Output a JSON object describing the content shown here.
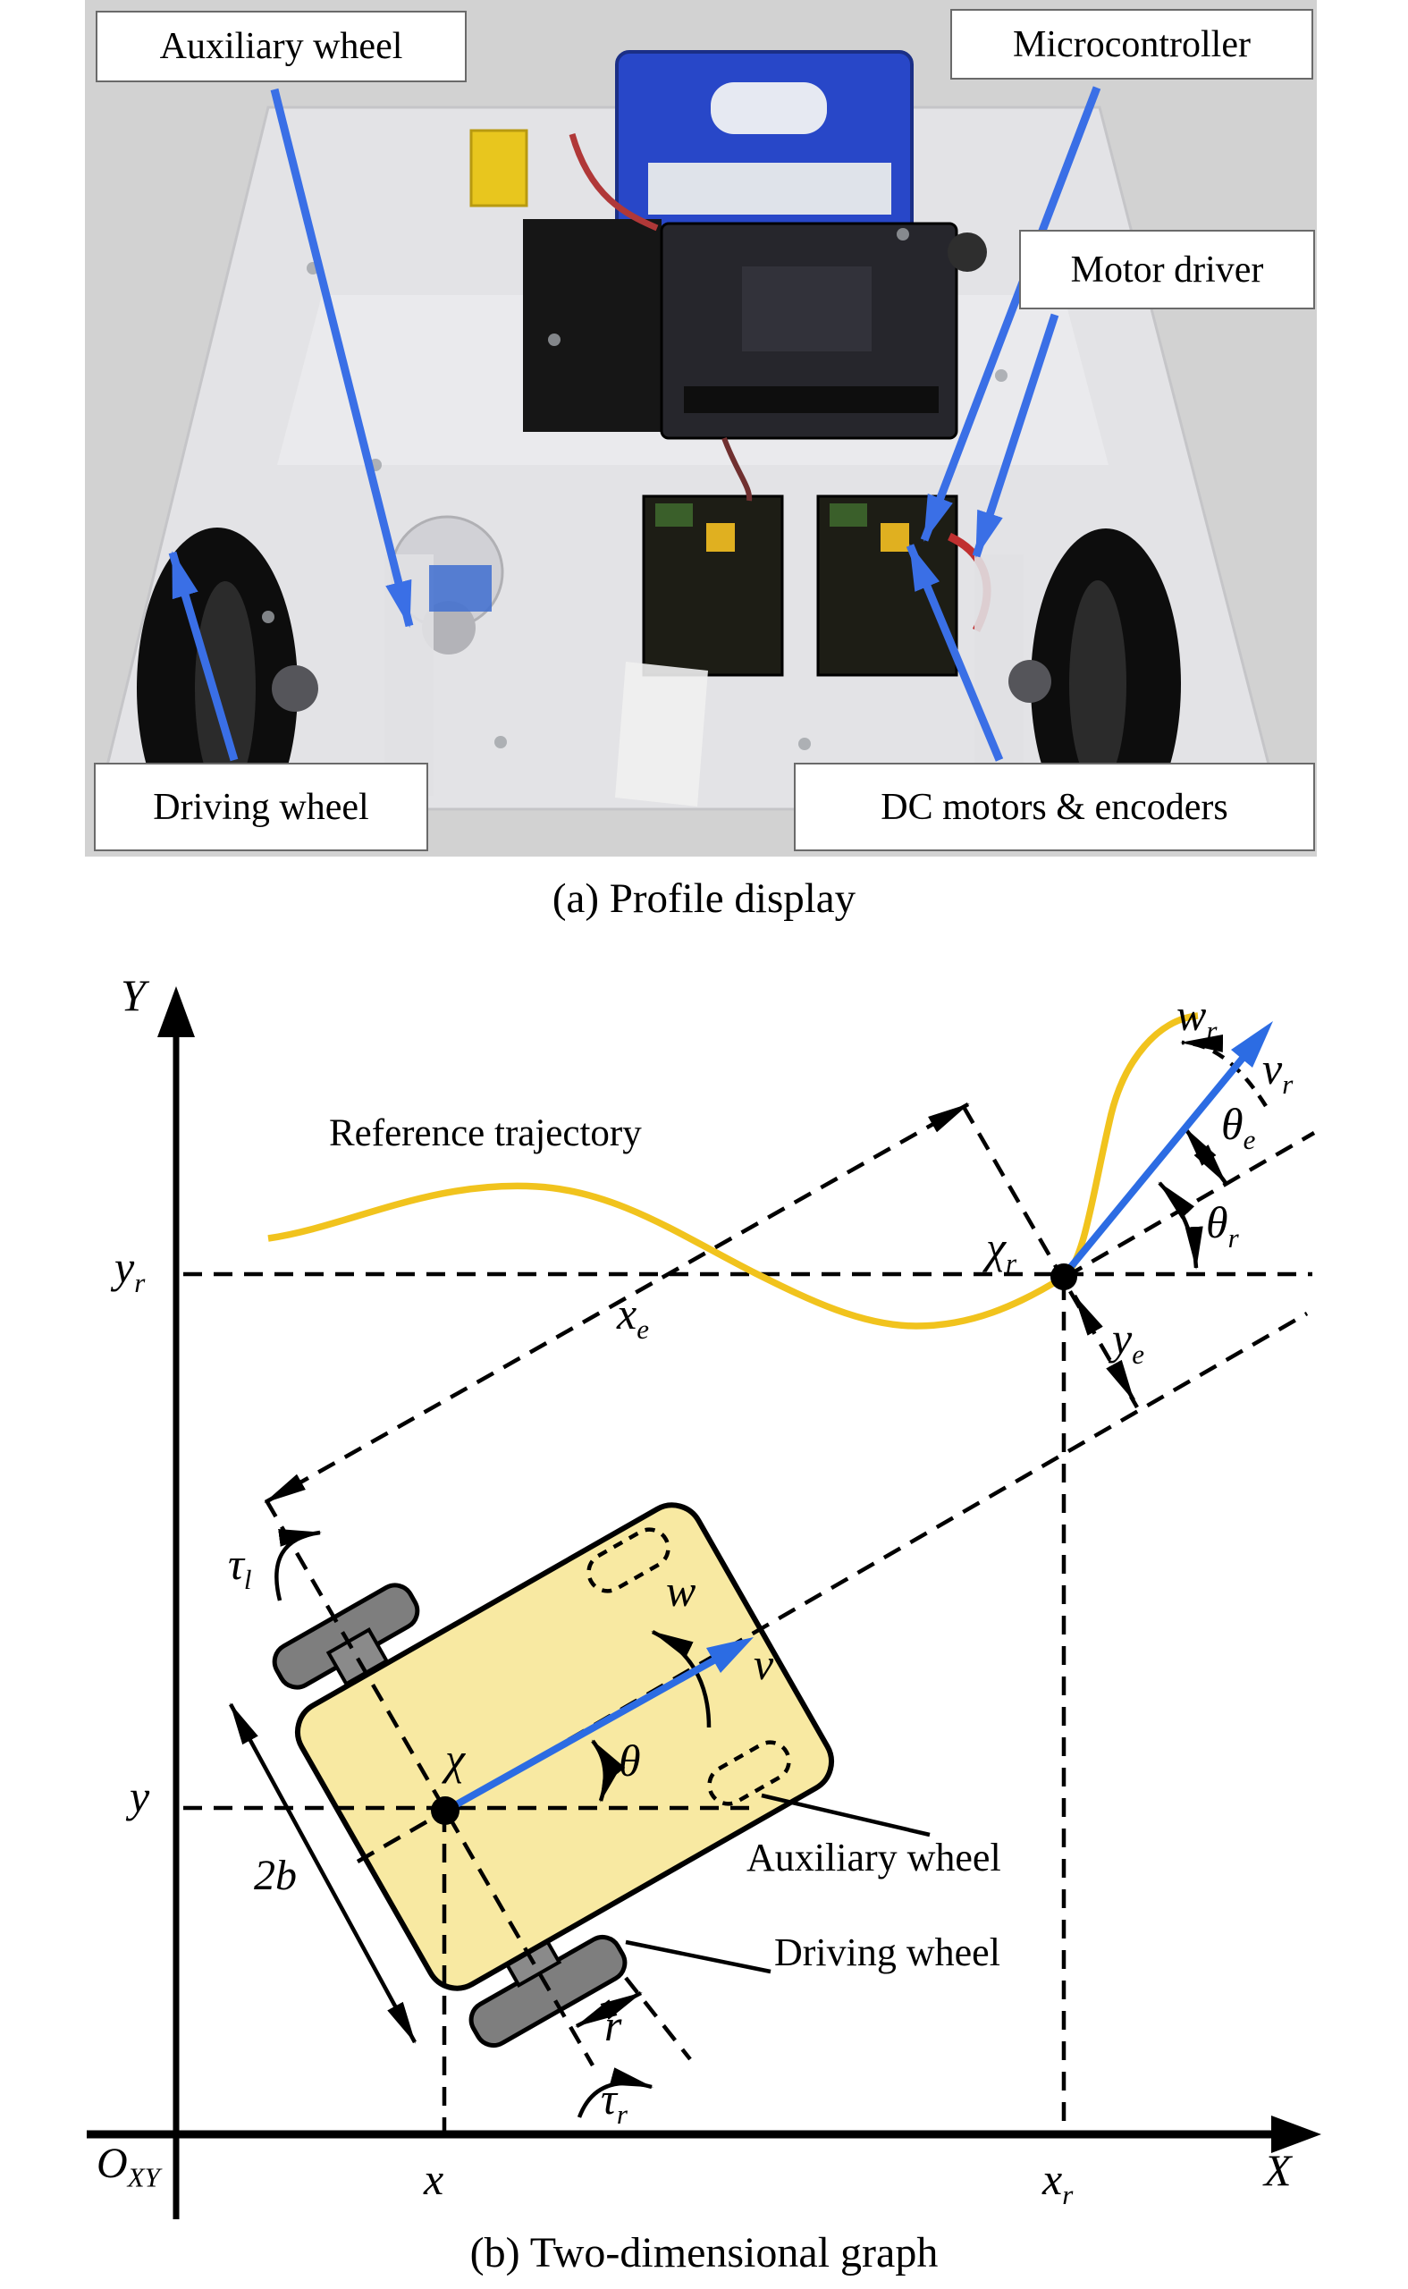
{
  "figure": {
    "panel_a": {
      "caption": "(a) Profile display",
      "labels": {
        "auxiliary_wheel": "Auxiliary wheel",
        "microcontroller": "Microcontroller",
        "motor_driver": "Motor driver",
        "driving_wheel": "Driving wheel",
        "dc_motors_encoders": "DC motors & encoders"
      }
    },
    "panel_b": {
      "caption": "(b) Two-dimensional graph",
      "annotations": {
        "reference_trajectory": "Reference trajectory",
        "auxiliary_wheel": "Auxiliary wheel",
        "driving_wheel": "Driving wheel"
      },
      "labels": {
        "Y": {
          "main": "Y"
        },
        "yr": {
          "main": "y",
          "sub": "r"
        },
        "y": {
          "main": "y"
        },
        "OXY": {
          "main": "O",
          "sub": "XY"
        },
        "x": {
          "main": "x"
        },
        "xr": {
          "main": "x",
          "sub": "r"
        },
        "X": {
          "main": "X"
        },
        "xe": {
          "main": "x",
          "sub": "e"
        },
        "ye": {
          "main": "y",
          "sub": "e"
        },
        "chir": {
          "main": "χ",
          "sub": "r"
        },
        "wr": {
          "main": "w",
          "sub": "r"
        },
        "vr": {
          "main": "v",
          "sub": "r"
        },
        "thetae": {
          "main": "θ",
          "sub": "e"
        },
        "thetar": {
          "main": "θ",
          "sub": "r"
        },
        "taul": {
          "main": "τ",
          "sub": "l"
        },
        "taur": {
          "main": "τ",
          "sub": "r"
        },
        "w": {
          "main": "w"
        },
        "v": {
          "main": "v"
        },
        "theta": {
          "main": "θ"
        },
        "chi": {
          "main": "χ"
        },
        "twob": {
          "main": "2b"
        },
        "r": {
          "main": "r"
        }
      }
    },
    "colors": {
      "trajectory_yellow": "#F1C31D",
      "arrow_blue": "#2C6CE3",
      "photo_arrow_blue": "#3A6FE6",
      "robot_body_fill": "#F8E9A2",
      "wheel_gray": "#7E7E7E",
      "photo_background": "#D2D2D2"
    }
  }
}
